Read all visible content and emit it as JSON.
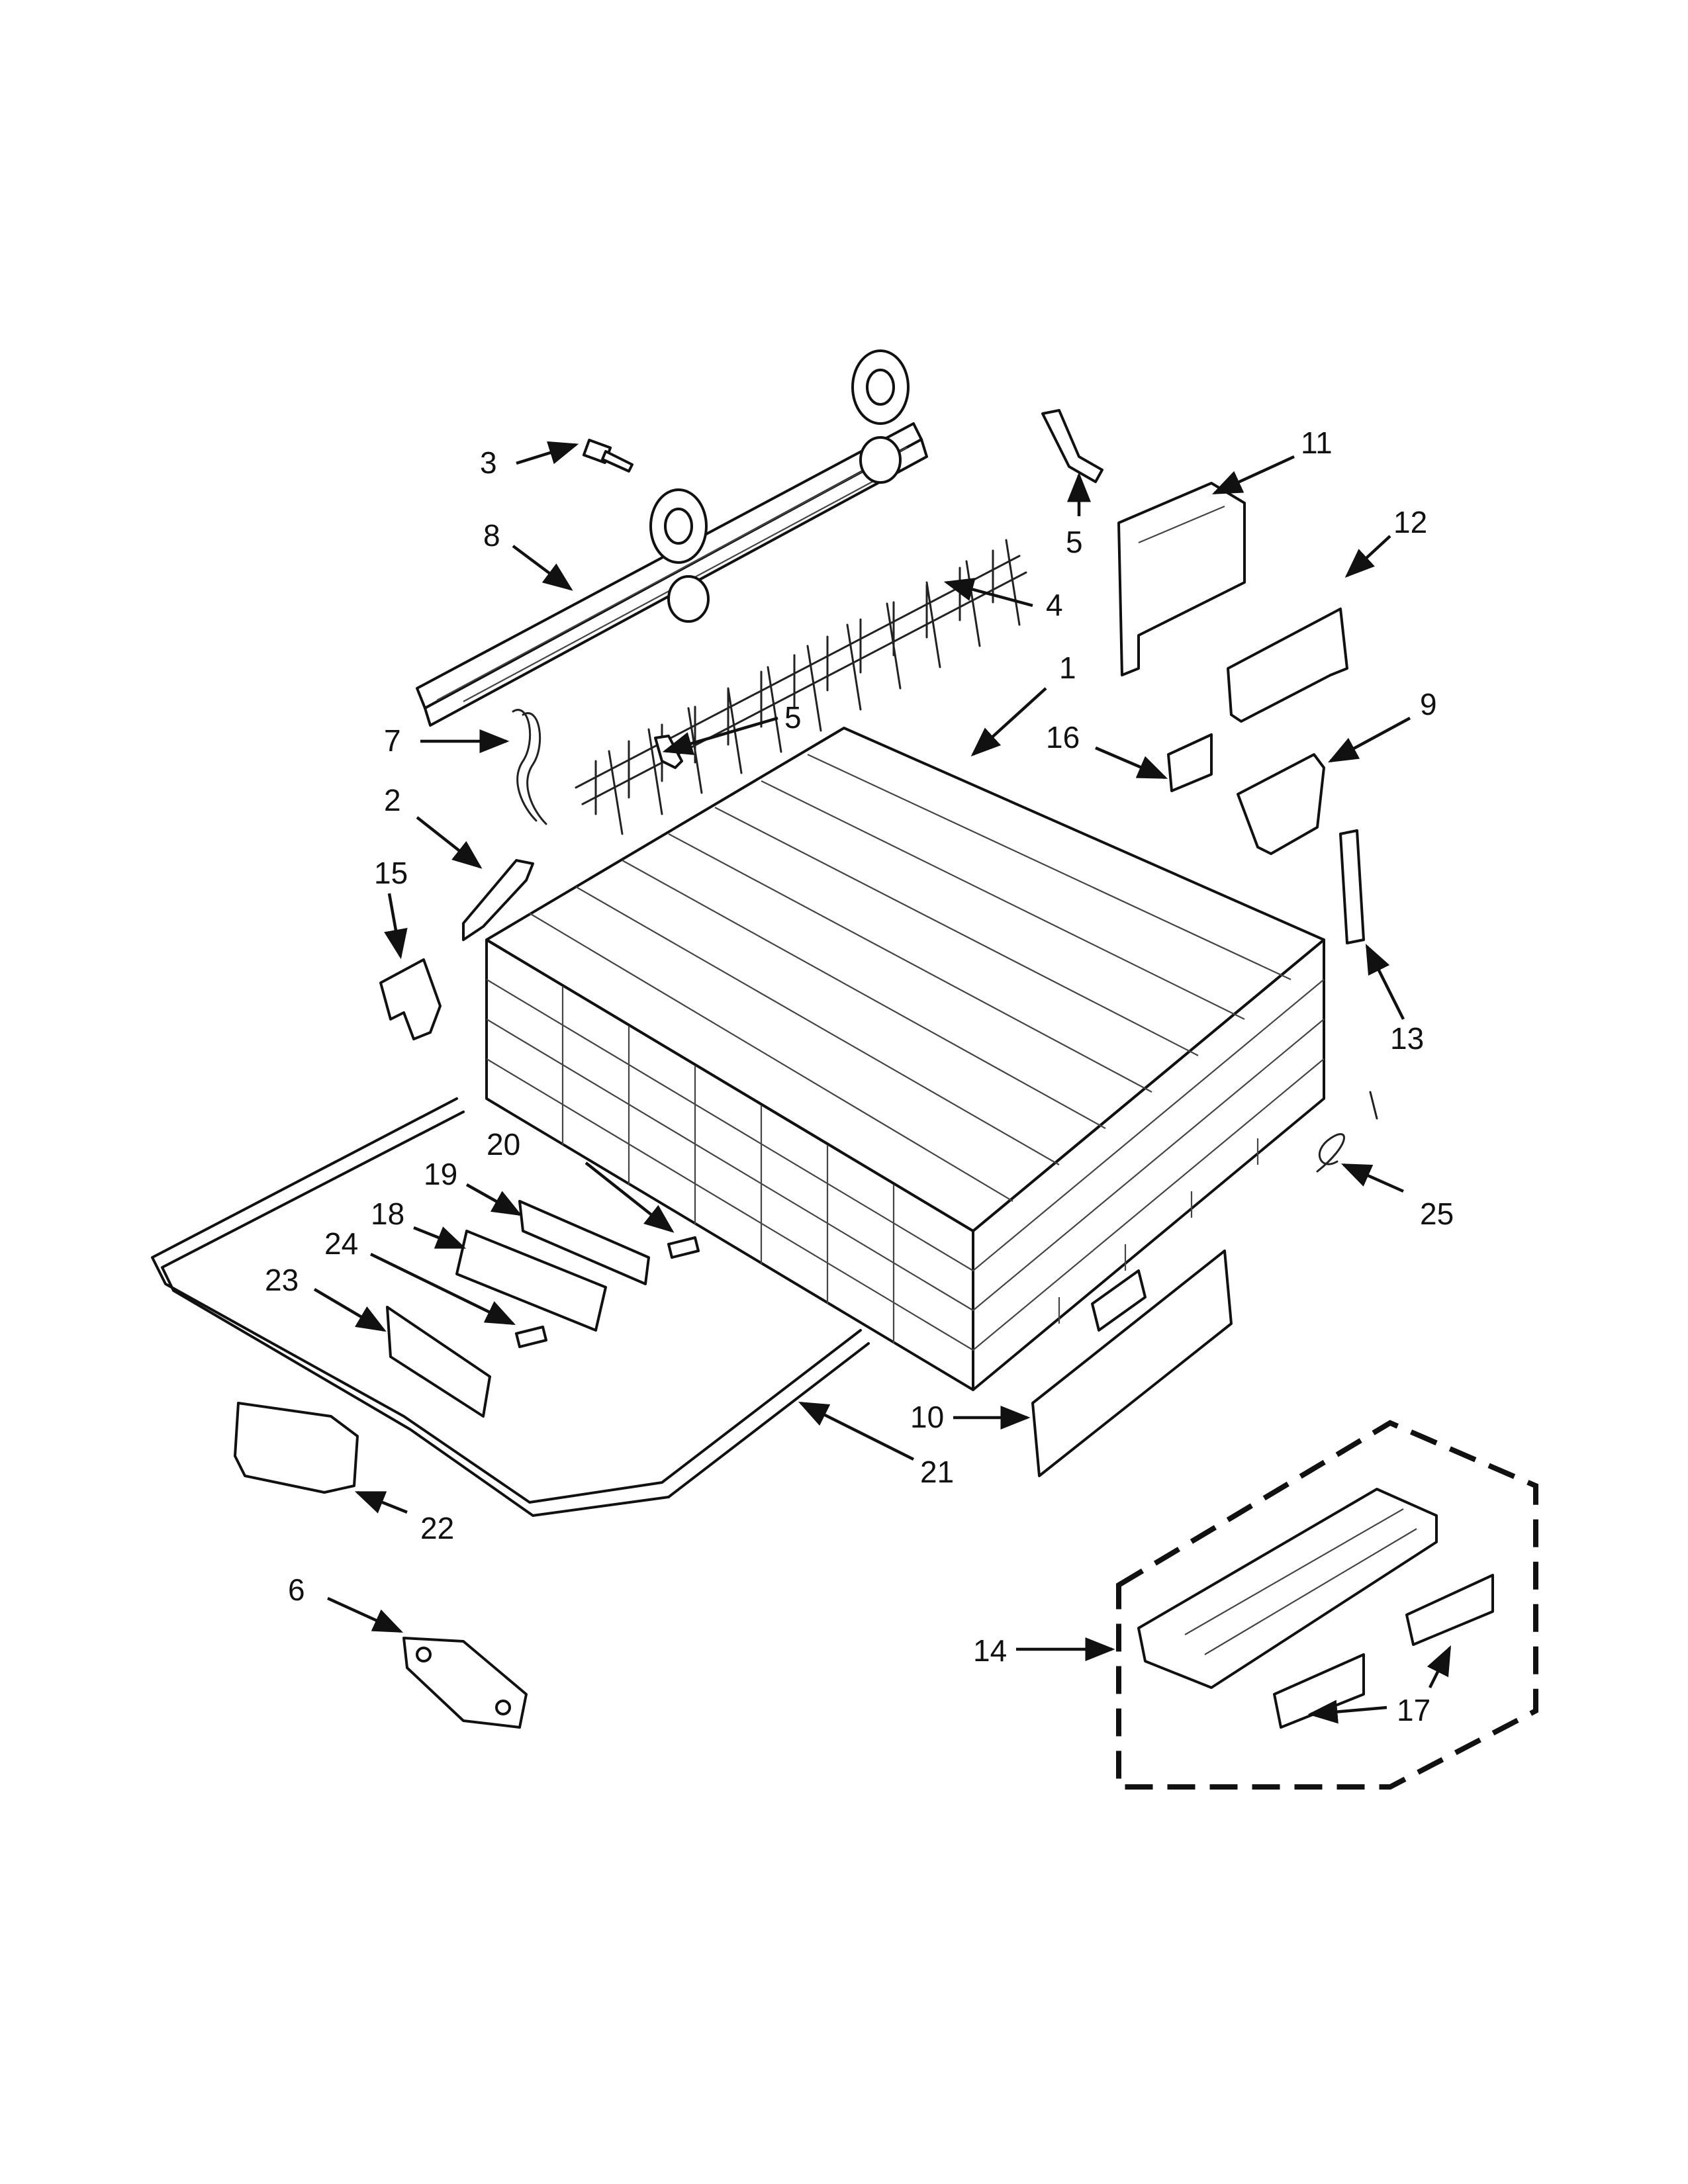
{
  "callouts": [
    {
      "id": "c1",
      "label": "1"
    },
    {
      "id": "c2",
      "label": "2"
    },
    {
      "id": "c3",
      "label": "3"
    },
    {
      "id": "c4",
      "label": "4"
    },
    {
      "id": "c5a",
      "label": "5"
    },
    {
      "id": "c5b",
      "label": "5"
    },
    {
      "id": "c6",
      "label": "6"
    },
    {
      "id": "c7",
      "label": "7"
    },
    {
      "id": "c8",
      "label": "8"
    },
    {
      "id": "c9",
      "label": "9"
    },
    {
      "id": "c10",
      "label": "10"
    },
    {
      "id": "c11",
      "label": "11"
    },
    {
      "id": "c12",
      "label": "12"
    },
    {
      "id": "c13",
      "label": "13"
    },
    {
      "id": "c14",
      "label": "14"
    },
    {
      "id": "c15",
      "label": "15"
    },
    {
      "id": "c16",
      "label": "16"
    },
    {
      "id": "c17",
      "label": "17"
    },
    {
      "id": "c18",
      "label": "18"
    },
    {
      "id": "c19",
      "label": "19"
    },
    {
      "id": "c20",
      "label": "20"
    },
    {
      "id": "c21",
      "label": "21"
    },
    {
      "id": "c22",
      "label": "22"
    },
    {
      "id": "c23",
      "label": "23"
    },
    {
      "id": "c24",
      "label": "24"
    },
    {
      "id": "c25",
      "label": "25"
    }
  ]
}
